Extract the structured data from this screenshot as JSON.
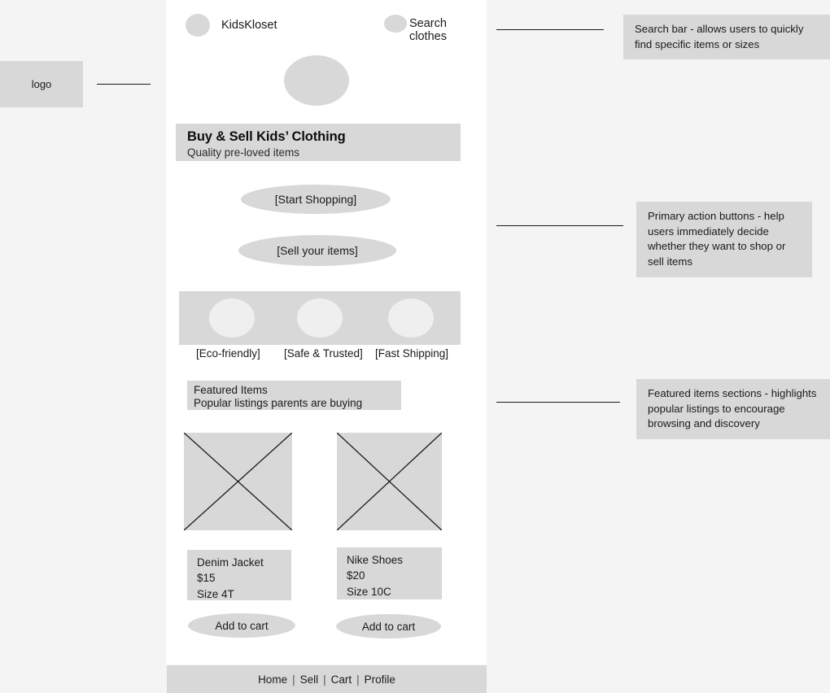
{
  "annotations_left": {
    "logo_label": "logo"
  },
  "app": {
    "header": {
      "brand_name": "KidsKloset",
      "search_label": "Search clothes"
    },
    "hero": {
      "title": "Buy & Sell Kids’ Clothing",
      "subtitle": "Quality pre-loved items"
    },
    "cta_buttons": [
      {
        "label": "[Start Shopping]"
      },
      {
        "label": "[Sell your items]"
      }
    ],
    "features": [
      {
        "label": "[Eco-friendly]"
      },
      {
        "label": "[Safe & Trusted]"
      },
      {
        "label": "[Fast Shipping]"
      }
    ],
    "featured_section": {
      "title": "Featured Items",
      "subtitle": "Popular listings parents are buying"
    },
    "products": [
      {
        "name": "Denim Jacket",
        "price": "$15",
        "size": "Size 4T",
        "cart_label": "Add to cart"
      },
      {
        "name": "Nike Shoes",
        "price": "$20",
        "size": "Size 10C",
        "cart_label": "Add to cart"
      }
    ],
    "bottom_nav": {
      "items": [
        "Home",
        "Sell",
        "Cart",
        "Profile"
      ],
      "separator": "|"
    }
  },
  "annotations_right": [
    {
      "text": "Search bar - allows users to quickly find specific items or sizes"
    },
    {
      "text": "Primary action buttons - help users immediately decide whether they want to shop or sell items"
    },
    {
      "text": "Featured items sections - highlights popular listings to encourage browsing and discovery"
    }
  ],
  "colors": {
    "page_background": "#f4f4f4",
    "device_background": "#ffffff",
    "placeholder_fill": "#d8d8d8",
    "feature_circle_fill": "#efefef",
    "text": "#1a1a1a",
    "leader_line": "#1a1a1a"
  }
}
